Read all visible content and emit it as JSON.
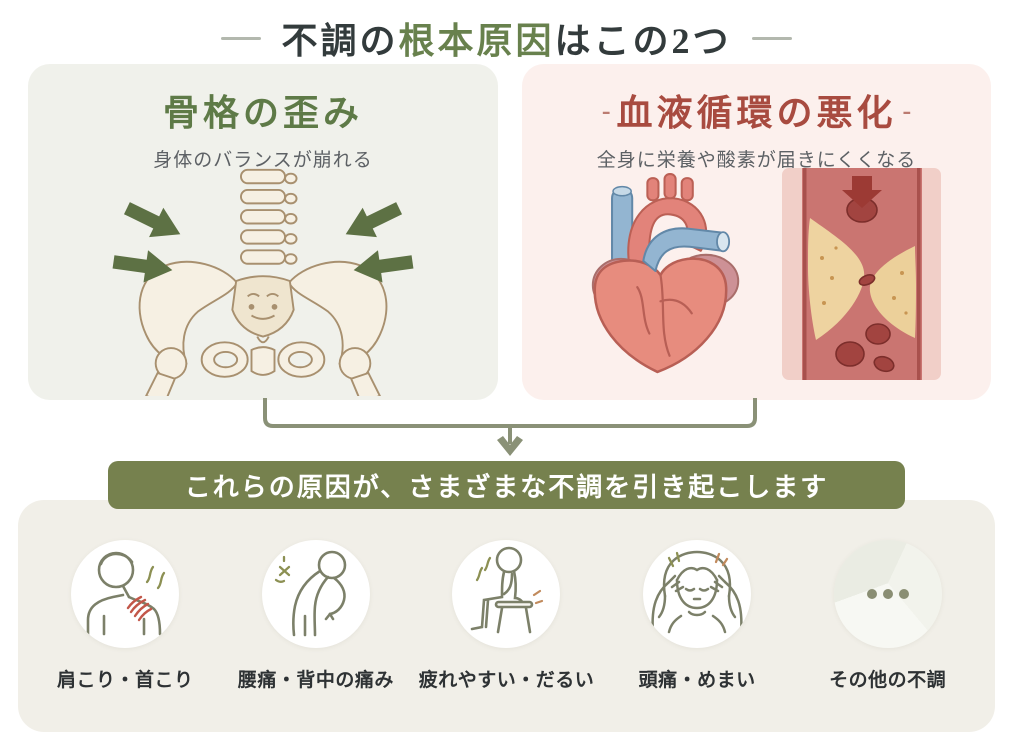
{
  "title": {
    "pre": "不調の",
    "highlight": "根本原因",
    "post": "はこの2つ"
  },
  "panels": {
    "skeletal": {
      "title": "骨格の歪み",
      "subtitle": "身体のバランスが崩れる",
      "illustration": "spine-and-pelvis-with-inward-arrows"
    },
    "circulation": {
      "decor": "-",
      "title": "血液循環の悪化",
      "subtitle": "全身に栄養や酸素が届きにくくなる",
      "illustrations": [
        "heart",
        "clogged-blood-vessel"
      ]
    }
  },
  "banner": {
    "text": "これらの原因が、さまざまな不調を引き起こします"
  },
  "symptoms": [
    {
      "label": "肩こり・首こり",
      "icon": "shoulder-neck-pain-icon"
    },
    {
      "label": "腰痛・背中の痛み",
      "icon": "lower-back-pain-icon"
    },
    {
      "label": "疲れやすい・だるい",
      "icon": "fatigue-sitting-icon"
    },
    {
      "label": "頭痛・めまい",
      "icon": "headache-dizziness-icon"
    },
    {
      "label": "その他の不調",
      "icon": "ellipsis-icon"
    }
  ],
  "colors": {
    "accent_green": "#68814d",
    "accent_red": "#a84b40",
    "banner_green": "#76814e",
    "panel_left_bg": "#f0f1eb",
    "panel_right_bg": "#fcf0ed",
    "symptoms_bg": "#f1efe8",
    "connector": "#8a9177",
    "arrow_green": "#5d7144"
  }
}
